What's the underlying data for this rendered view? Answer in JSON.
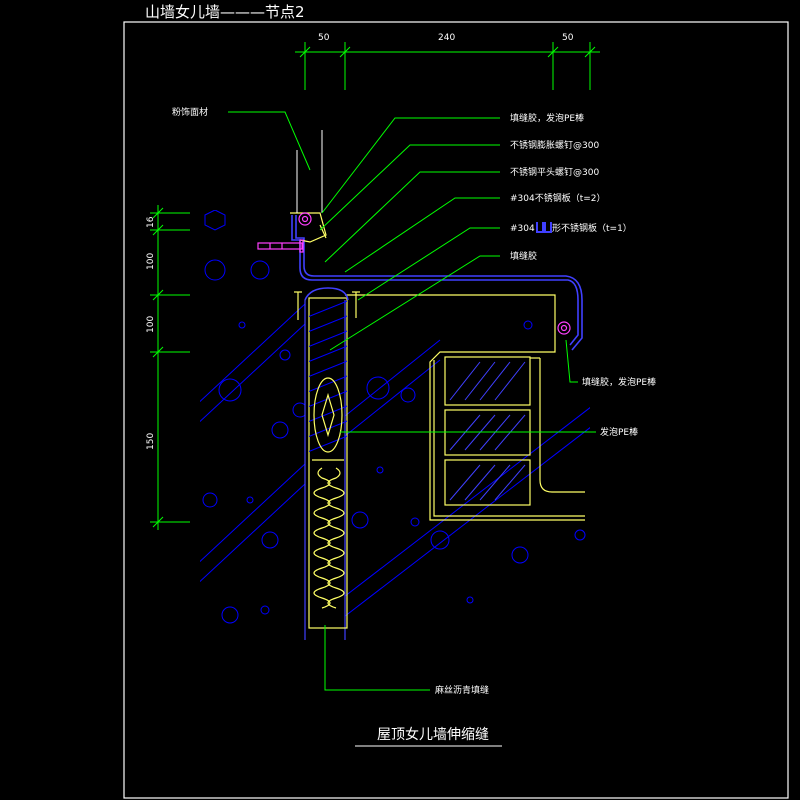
{
  "header": {
    "title": "山墙女儿墙———节点2"
  },
  "dimensions": {
    "top": [
      "50",
      "240",
      "50"
    ],
    "left": [
      "16",
      "100",
      "100",
      "150"
    ]
  },
  "labels": {
    "facing": "粉饰面材",
    "sealant_pe_top": "填缝胶，发泡PE棒",
    "expansion_bolt": "不锈钢膨胀螺钉@300",
    "flat_screw": "不锈钢平头螺钉@300",
    "sheet_304": "#304不锈钢板（t=2）",
    "u_sheet_304": "#304",
    "u_sheet_304_rest": "形不锈钢板（t=1）",
    "sealant": "填缝胶",
    "sealant_pe_right": "填缝胶，发泡PE棒",
    "pe_rod": "发泡PE棒",
    "asphalt_fill": "麻丝沥青填缝"
  },
  "caption": {
    "title": "屋顶女儿墙伸缩缝"
  },
  "colors": {
    "background": "#000000",
    "border": "#ffffff",
    "leader": "#00ff00",
    "dimension": "#00ff00",
    "structure": "#ffff66",
    "concrete": "#0000ff",
    "metal": "#4040ff",
    "fastener": "#ff40ff",
    "text": "#ffffff"
  }
}
